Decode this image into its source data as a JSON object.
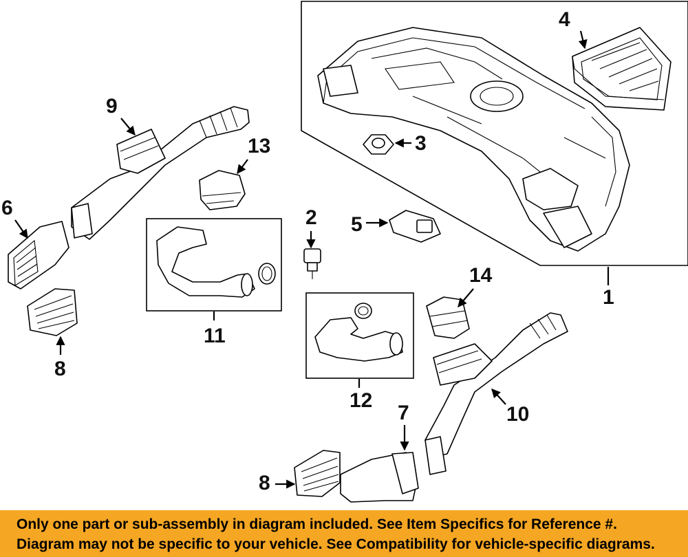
{
  "callouts": {
    "c1": "1",
    "c2": "2",
    "c3": "3",
    "c4": "4",
    "c5": "5",
    "c6": "6",
    "c7": "7",
    "c8a": "8",
    "c8b": "8",
    "c9": "9",
    "c10": "10",
    "c11": "11",
    "c12": "12",
    "c13": "13",
    "c14": "14"
  },
  "notice": {
    "line1": "Only one part or sub-assembly in diagram included. See Item Specifics for Reference #.",
    "line2": "Diagram may not be specific to your vehicle. See Compatibility for vehicle-specific diagrams."
  },
  "colors": {
    "notice_bg": "#f5a623",
    "ink": "#000000"
  }
}
